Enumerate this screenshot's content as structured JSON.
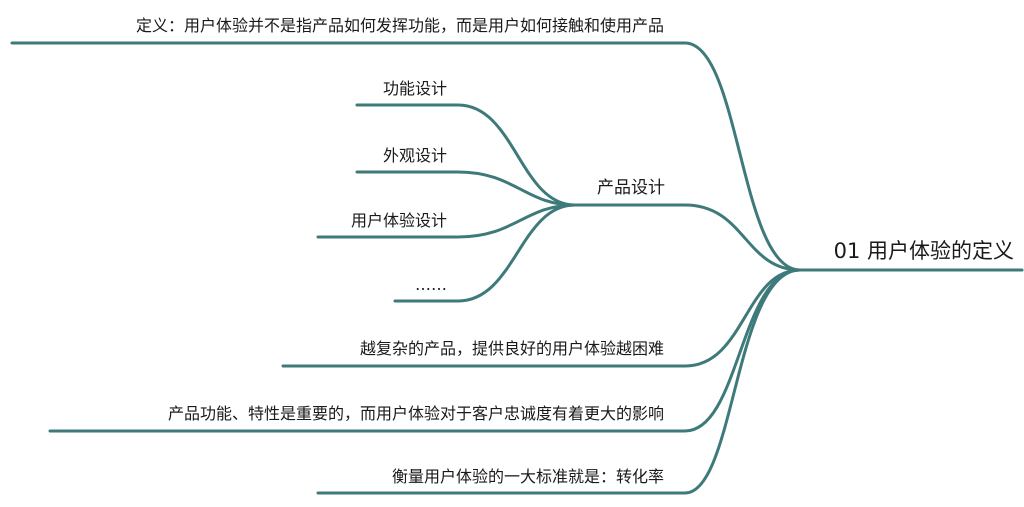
{
  "colors": {
    "branch": "#3f7a7b",
    "text": "#1a1a1a"
  },
  "root": {
    "label": "01 用户体验的定义"
  },
  "branches": {
    "definition": "定义：用户体验并不是指产品如何发挥功能，而是用户如何接触和使用产品",
    "product_design": {
      "label": "产品设计",
      "children": [
        "功能设计",
        "外观设计",
        "用户体验设计",
        "……"
      ]
    },
    "complexity": "越复杂的产品，提供良好的用户体验越困难",
    "loyalty": "产品功能、特性是重要的，而用户体验对于客户忠诚度有着更大的影响",
    "metric": "衡量用户体验的一大标准就是：转化率"
  }
}
